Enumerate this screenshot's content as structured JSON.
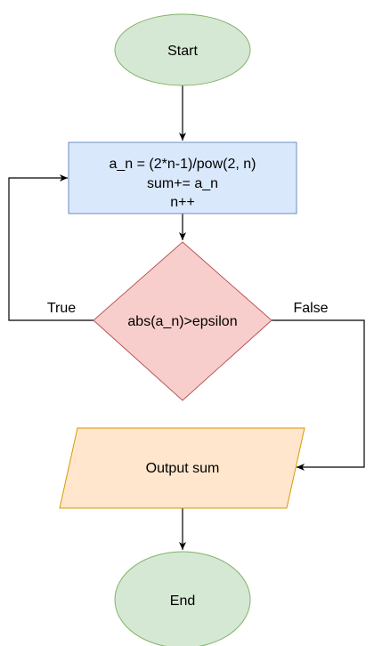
{
  "flowchart": {
    "start": {
      "label": "Start"
    },
    "process": {
      "lines": [
        "a_n = (2*n-1)/pow(2, n)",
        "sum+= a_n",
        "n++"
      ]
    },
    "decision": {
      "label": "abs(a_n)>epsilon",
      "true_label": "True",
      "false_label": "False"
    },
    "output": {
      "label": "Output sum"
    },
    "end": {
      "label": "End"
    }
  },
  "colors": {
    "terminal_fill": "#d5e8d4",
    "terminal_stroke": "#82b366",
    "process_fill": "#dae8fc",
    "process_stroke": "#6c8ebf",
    "decision_fill": "#f8cecc",
    "decision_stroke": "#b85450",
    "io_fill": "#ffe6cc",
    "io_stroke": "#d79b00",
    "connector": "#000000"
  }
}
